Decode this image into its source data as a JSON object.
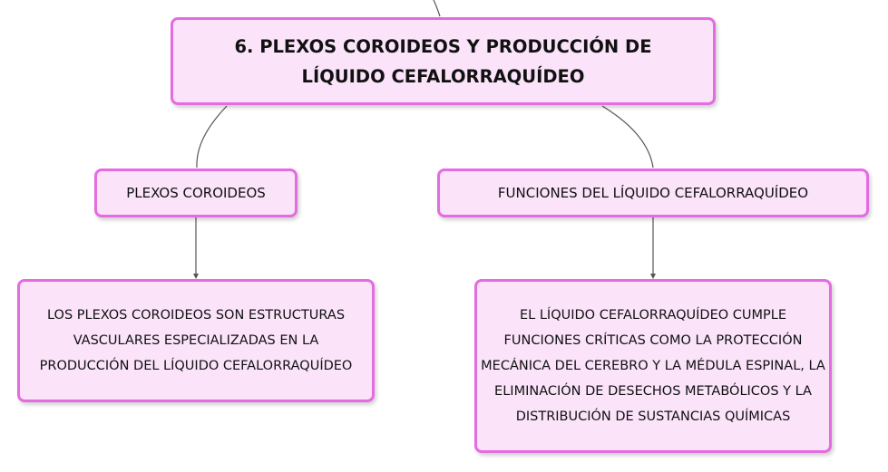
{
  "diagram": {
    "title": "6. PLEXOS COROIDEOS Y PRODUCCIÓN DE LÍQUIDO CEFALORRAQUÍDEO",
    "left_branch": {
      "label": "PLEXOS COROIDEOS",
      "description": "LOS PLEXOS COROIDEOS SON ESTRUCTURAS VASCULARES ESPECIALIZADAS EN LA PRODUCCIÓN DEL LÍQUIDO CEFALORRAQUÍDEO"
    },
    "right_branch": {
      "label": "FUNCIONES DEL LÍQUIDO CEFALORRAQUÍDEO",
      "description": "EL LÍQUIDO CEFALORRAQUÍDEO CUMPLE FUNCIONES CRÍTICAS COMO LA PROTECCIÓN MECÁNICA DEL CEREBRO Y LA MÉDULA ESPINAL, LA ELIMINACIÓN DE DESECHOS METABÓLICOS Y LA DISTRIBUCIÓN DE SUSTANCIAS QUÍMICAS"
    }
  },
  "colors": {
    "node_fill": "#fbe3fa",
    "node_border": "#e46be0",
    "connector": "#555555"
  }
}
